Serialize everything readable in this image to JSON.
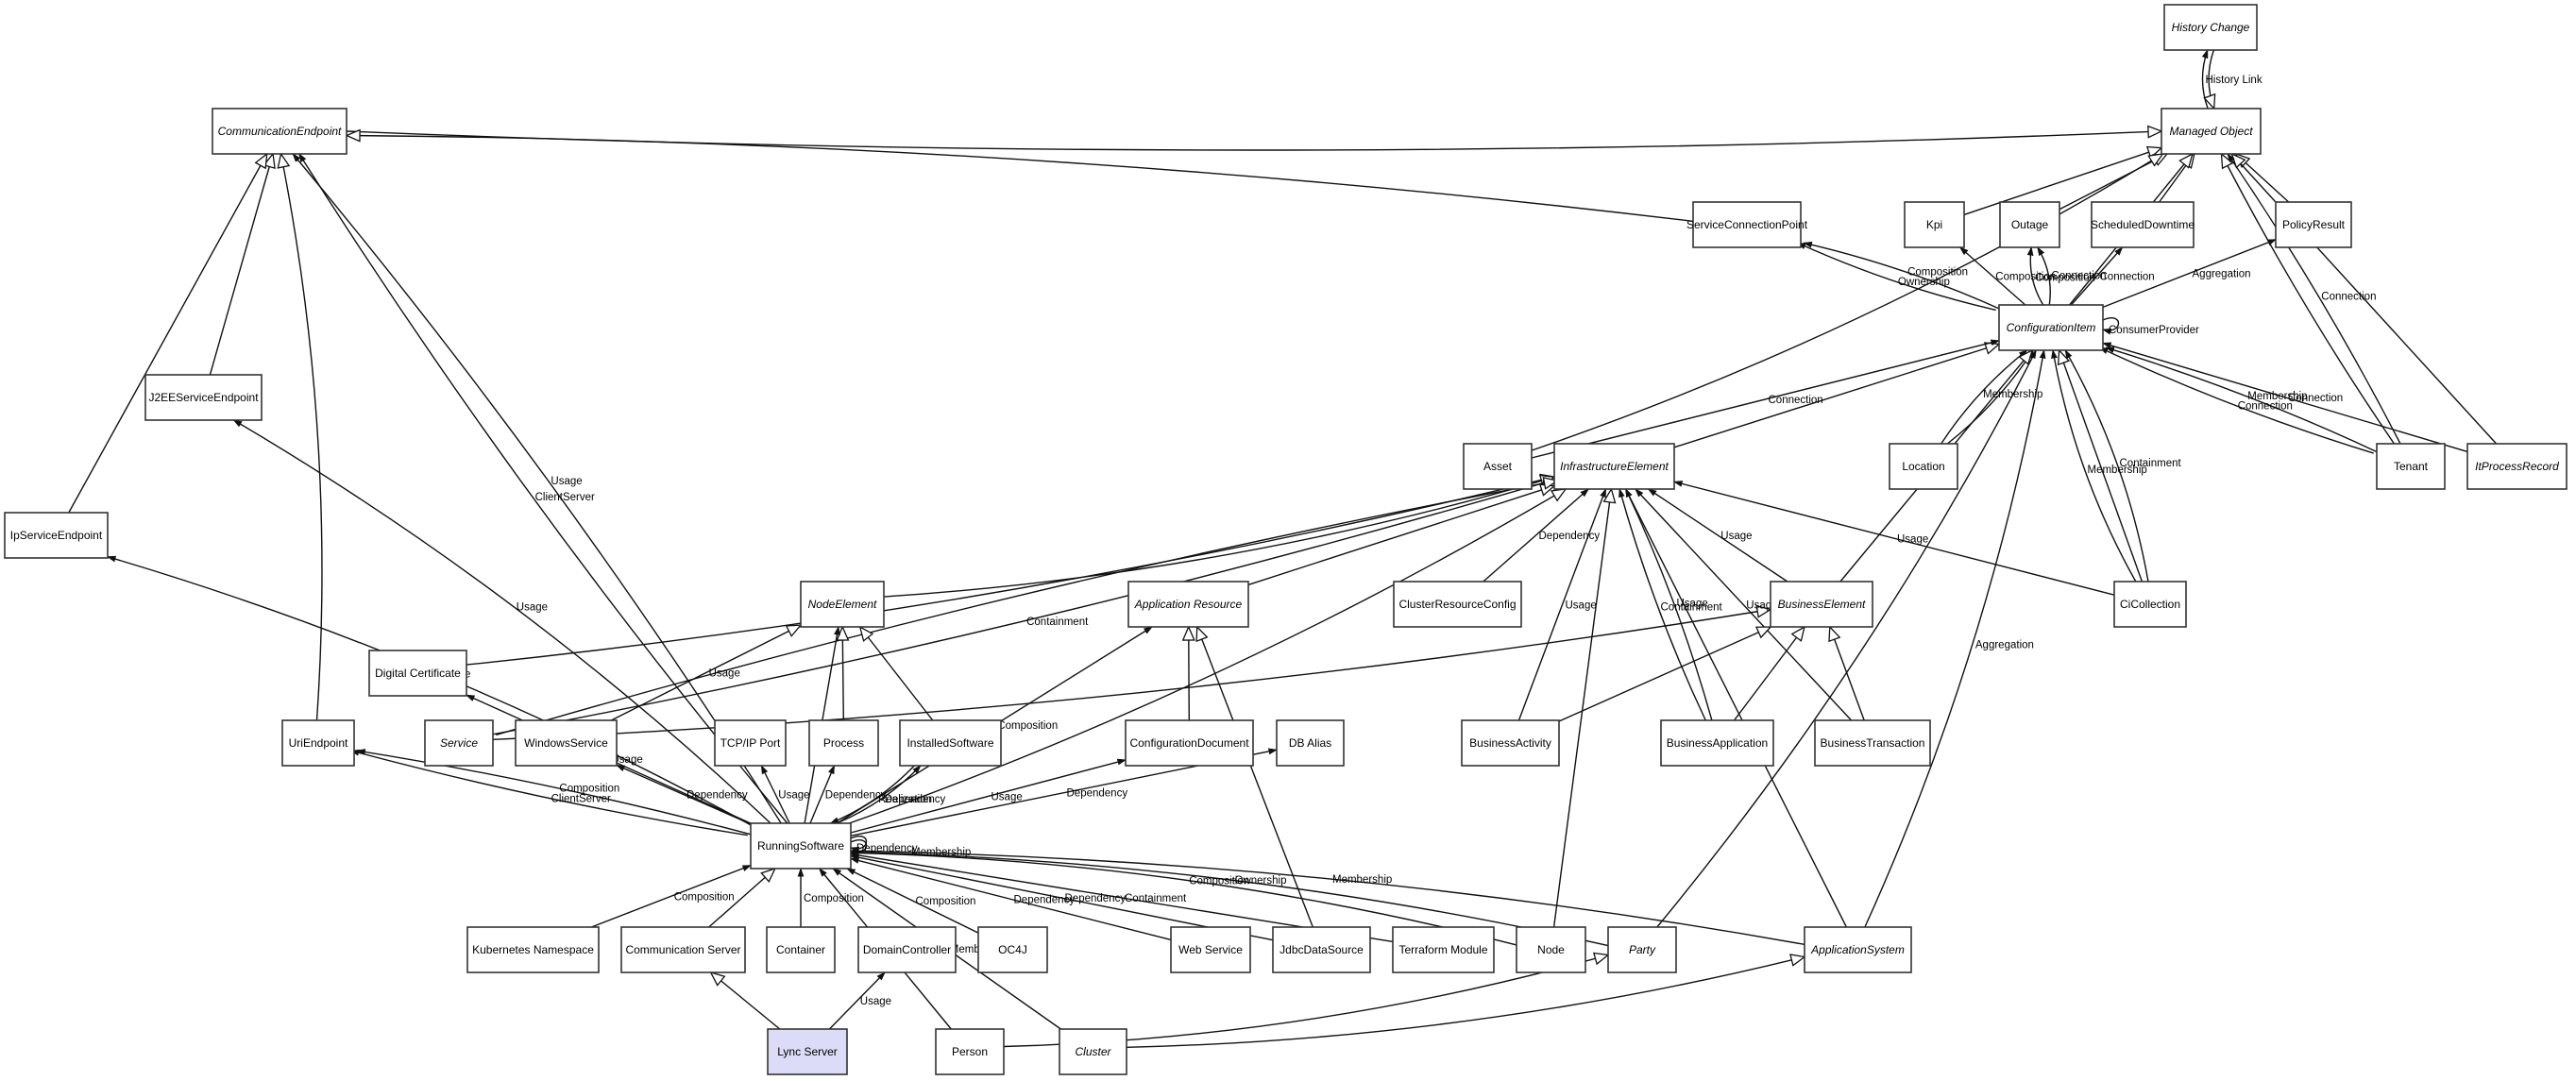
{
  "diagram": {
    "title": "",
    "nodes": [
      {
        "id": "HistoryChange",
        "label": "History Change",
        "abstract": true
      },
      {
        "id": "ManagedObject",
        "label": "Managed Object",
        "abstract": true
      },
      {
        "id": "CommunicationEndpoint",
        "label": "CommunicationEndpoint",
        "abstract": true
      },
      {
        "id": "ServiceConnectionPoint",
        "label": "ServiceConnectionPoint",
        "abstract": false
      },
      {
        "id": "Kpi",
        "label": "Kpi",
        "abstract": false
      },
      {
        "id": "Outage",
        "label": "Outage",
        "abstract": false
      },
      {
        "id": "ScheduledDowntime",
        "label": "ScheduledDowntime",
        "abstract": false
      },
      {
        "id": "PolicyResult",
        "label": "PolicyResult",
        "abstract": false
      },
      {
        "id": "ConfigurationItem",
        "label": "ConfigurationItem",
        "abstract": true
      },
      {
        "id": "J2EEServiceEndpoint",
        "label": "J2EEServiceEndpoint",
        "abstract": false
      },
      {
        "id": "Asset",
        "label": "Asset",
        "abstract": false
      },
      {
        "id": "InfrastructureElement",
        "label": "InfrastructureElement",
        "abstract": true
      },
      {
        "id": "Location",
        "label": "Location",
        "abstract": false
      },
      {
        "id": "Tenant",
        "label": "Tenant",
        "abstract": false
      },
      {
        "id": "ItProcessRecord",
        "label": "ItProcessRecord",
        "abstract": true
      },
      {
        "id": "IpServiceEndpoint",
        "label": "IpServiceEndpoint",
        "abstract": false
      },
      {
        "id": "NodeElement",
        "label": "NodeElement",
        "abstract": true
      },
      {
        "id": "ApplicationResource",
        "label": "Application Resource",
        "abstract": true
      },
      {
        "id": "ClusterResourceConfig",
        "label": "ClusterResourceConfig",
        "abstract": false
      },
      {
        "id": "BusinessElement",
        "label": "BusinessElement",
        "abstract": true
      },
      {
        "id": "CiCollection",
        "label": "CiCollection",
        "abstract": false
      },
      {
        "id": "DigitalCertificate",
        "label": "Digital Certificate",
        "abstract": false
      },
      {
        "id": "UriEndpoint",
        "label": "UriEndpoint",
        "abstract": false
      },
      {
        "id": "Service",
        "label": "Service",
        "abstract": true
      },
      {
        "id": "WindowsService",
        "label": "WindowsService",
        "abstract": false
      },
      {
        "id": "TCPIPPort",
        "label": "TCP/IP Port",
        "abstract": false
      },
      {
        "id": "Process",
        "label": "Process",
        "abstract": false
      },
      {
        "id": "InstalledSoftware",
        "label": "InstalledSoftware",
        "abstract": false
      },
      {
        "id": "ConfigurationDocument",
        "label": "ConfigurationDocument",
        "abstract": false
      },
      {
        "id": "DBAlias",
        "label": "DB Alias",
        "abstract": false
      },
      {
        "id": "BusinessActivity",
        "label": "BusinessActivity",
        "abstract": false
      },
      {
        "id": "BusinessApplication",
        "label": "BusinessApplication",
        "abstract": false
      },
      {
        "id": "BusinessTransaction",
        "label": "BusinessTransaction",
        "abstract": false
      },
      {
        "id": "RunningSoftware",
        "label": "RunningSoftware",
        "abstract": false
      },
      {
        "id": "KubernetesNamespace",
        "label": "Kubernetes Namespace",
        "abstract": false
      },
      {
        "id": "CommunicationServer",
        "label": "Communication Server",
        "abstract": false
      },
      {
        "id": "Container",
        "label": "Container",
        "abstract": false
      },
      {
        "id": "DomainController",
        "label": "DomainController",
        "abstract": false
      },
      {
        "id": "OC4J",
        "label": "OC4J",
        "abstract": false
      },
      {
        "id": "WebService",
        "label": "Web Service",
        "abstract": false
      },
      {
        "id": "JdbcDataSource",
        "label": "JdbcDataSource",
        "abstract": false
      },
      {
        "id": "TerraformModule",
        "label": "Terraform Module",
        "abstract": false
      },
      {
        "id": "Node",
        "label": "Node",
        "abstract": false
      },
      {
        "id": "Party",
        "label": "Party",
        "abstract": true
      },
      {
        "id": "ApplicationSystem",
        "label": "ApplicationSystem",
        "abstract": true
      },
      {
        "id": "LyncServer",
        "label": "Lync Server",
        "abstract": false,
        "highlight": true
      },
      {
        "id": "Person",
        "label": "Person",
        "abstract": false
      },
      {
        "id": "Cluster",
        "label": "Cluster",
        "abstract": true
      }
    ],
    "edges": [
      {
        "from": "ManagedObject",
        "to": "HistoryChange",
        "label": "History Link",
        "arrow": "filled"
      },
      {
        "from": "HistoryChange",
        "to": "ManagedObject",
        "label": "",
        "arrow": "hollow"
      },
      {
        "from": "CommunicationEndpoint",
        "to": "ManagedObject",
        "label": "",
        "arrow": "hollow"
      },
      {
        "from": "ServiceConnectionPoint",
        "to": "CommunicationEndpoint",
        "label": "",
        "arrow": "hollow"
      },
      {
        "from": "Kpi",
        "to": "ManagedObject",
        "label": "",
        "arrow": "hollow"
      },
      {
        "from": "Outage",
        "to": "ManagedObject",
        "label": "",
        "arrow": "hollow"
      },
      {
        "from": "ScheduledDowntime",
        "to": "ManagedObject",
        "label": "",
        "arrow": "hollow"
      },
      {
        "from": "PolicyResult",
        "to": "ManagedObject",
        "label": "",
        "arrow": "hollow"
      },
      {
        "from": "ConfigurationItem",
        "to": "ManagedObject",
        "label": "",
        "arrow": "hollow"
      },
      {
        "from": "Asset",
        "to": "ManagedObject",
        "label": "",
        "arrow": "hollow"
      },
      {
        "from": "Tenant",
        "to": "ManagedObject",
        "label": "",
        "arrow": "hollow"
      },
      {
        "from": "ItProcessRecord",
        "to": "ManagedObject",
        "label": "",
        "arrow": "hollow"
      },
      {
        "from": "Tenant",
        "to": "ManagedObject",
        "label": "Connection",
        "arrow": "filled"
      },
      {
        "from": "ConfigurationItem",
        "to": "ServiceConnectionPoint",
        "label": "Ownership",
        "arrow": "filled"
      },
      {
        "from": "ConfigurationItem",
        "to": "ServiceConnectionPoint",
        "label": "Composition",
        "arrow": "filled"
      },
      {
        "from": "ConfigurationItem",
        "to": "Kpi",
        "label": "Composition",
        "arrow": "filled"
      },
      {
        "from": "ConfigurationItem",
        "to": "Outage",
        "label": "Composition",
        "arrow": "filled"
      },
      {
        "from": "ConfigurationItem",
        "to": "Outage",
        "label": "Connection",
        "arrow": "filled"
      },
      {
        "from": "ConfigurationItem",
        "to": "ScheduledDowntime",
        "label": "Connection",
        "arrow": "filled"
      },
      {
        "from": "ConfigurationItem",
        "to": "PolicyResult",
        "label": "Aggregation",
        "arrow": "filled"
      },
      {
        "from": "ConfigurationItem",
        "to": "ConfigurationItem",
        "label": "ConsumerProvider",
        "arrow": "filled"
      },
      {
        "from": "InfrastructureElement",
        "to": "ConfigurationItem",
        "label": "",
        "arrow": "hollow"
      },
      {
        "from": "Asset",
        "to": "ConfigurationItem",
        "label": "Connection",
        "arrow": "filled"
      },
      {
        "from": "Location",
        "to": "ConfigurationItem",
        "label": "Membership",
        "arrow": "filled"
      },
      {
        "from": "Location",
        "to": "ConfigurationItem",
        "label": "",
        "arrow": "filled"
      },
      {
        "from": "Tenant",
        "to": "ConfigurationItem",
        "label": "Connection",
        "arrow": "filled"
      },
      {
        "from": "ItProcessRecord",
        "to": "ConfigurationItem",
        "label": "Connection",
        "arrow": "filled"
      },
      {
        "from": "Tenant",
        "to": "ConfigurationItem",
        "label": "Membership",
        "arrow": "filled"
      },
      {
        "from": "BusinessElement",
        "to": "ConfigurationItem",
        "label": "",
        "arrow": "hollow"
      },
      {
        "from": "CiCollection",
        "to": "ConfigurationItem",
        "label": "Membership",
        "arrow": "filled"
      },
      {
        "from": "CiCollection",
        "to": "ConfigurationItem",
        "label": "",
        "arrow": "hollow"
      },
      {
        "from": "CiCollection",
        "to": "ConfigurationItem",
        "label": "Containment",
        "arrow": "filled"
      },
      {
        "from": "ApplicationSystem",
        "to": "ConfigurationItem",
        "label": "Aggregation",
        "arrow": "filled"
      },
      {
        "from": "Party",
        "to": "ConfigurationItem",
        "label": "",
        "arrow": "filled"
      },
      {
        "from": "J2EEServiceEndpoint",
        "to": "CommunicationEndpoint",
        "label": "",
        "arrow": "hollow"
      },
      {
        "from": "IpServiceEndpoint",
        "to": "CommunicationEndpoint",
        "label": "",
        "arrow": "hollow"
      },
      {
        "from": "UriEndpoint",
        "to": "CommunicationEndpoint",
        "label": "",
        "arrow": "hollow"
      },
      {
        "from": "RunningSoftware",
        "to": "CommunicationEndpoint",
        "label": "Usage",
        "arrow": "filled"
      },
      {
        "from": "RunningSoftware",
        "to": "CommunicationEndpoint",
        "label": "ClientServer",
        "arrow": "filled"
      },
      {
        "from": "DigitalCertificate",
        "to": "InfrastructureElement",
        "label": "",
        "arrow": "hollow"
      },
      {
        "from": "RunningSoftware",
        "to": "J2EEServiceEndpoint",
        "label": "Usage",
        "arrow": "filled"
      },
      {
        "from": "RunningSoftware",
        "to": "IpServiceEndpoint",
        "label": "Usage",
        "arrow": "filled"
      },
      {
        "from": "NodeElement",
        "to": "InfrastructureElement",
        "label": "",
        "arrow": "hollow"
      },
      {
        "from": "ApplicationResource",
        "to": "InfrastructureElement",
        "label": "",
        "arrow": "hollow"
      },
      {
        "from": "ClusterResourceConfig",
        "to": "InfrastructureElement",
        "label": "Dependency",
        "arrow": "filled"
      },
      {
        "from": "Service",
        "to": "InfrastructureElement",
        "label": "Containment",
        "arrow": "filled"
      },
      {
        "from": "Service",
        "to": "InfrastructureElement",
        "label": "",
        "arrow": "hollow"
      },
      {
        "from": "BusinessActivity",
        "to": "InfrastructureElement",
        "label": "Usage",
        "arrow": "filled"
      },
      {
        "from": "BusinessApplication",
        "to": "InfrastructureElement",
        "label": "Containment",
        "arrow": "filled"
      },
      {
        "from": "BusinessApplication",
        "to": "InfrastructureElement",
        "label": "Usage",
        "arrow": "filled"
      },
      {
        "from": "BusinessElement",
        "to": "InfrastructureElement",
        "label": "Usage",
        "arrow": "filled"
      },
      {
        "from": "BusinessTransaction",
        "to": "InfrastructureElement",
        "label": "Usage",
        "arrow": "filled"
      },
      {
        "from": "CiCollection",
        "to": "InfrastructureElement",
        "label": "Usage",
        "arrow": "filled"
      },
      {
        "from": "RunningSoftware",
        "to": "InfrastructureElement",
        "label": "",
        "arrow": "hollow"
      },
      {
        "from": "Node",
        "to": "InfrastructureElement",
        "label": "",
        "arrow": "hollow"
      },
      {
        "from": "ApplicationSystem",
        "to": "InfrastructureElement",
        "label": "",
        "arrow": "filled"
      },
      {
        "from": "WindowsService",
        "to": "NodeElement",
        "label": "Usage",
        "arrow": "hollow"
      },
      {
        "from": "Process",
        "to": "NodeElement",
        "label": "",
        "arrow": "hollow"
      },
      {
        "from": "InstalledSoftware",
        "to": "NodeElement",
        "label": "",
        "arrow": "hollow"
      },
      {
        "from": "RunningSoftware",
        "to": "NodeElement",
        "label": "Usage",
        "arrow": "filled"
      },
      {
        "from": "ConfigurationDocument",
        "to": "ApplicationResource",
        "label": "",
        "arrow": "hollow"
      },
      {
        "from": "JdbcDataSource",
        "to": "ApplicationResource",
        "label": "",
        "arrow": "hollow"
      },
      {
        "from": "RunningSoftware",
        "to": "ApplicationResource",
        "label": "Composition",
        "arrow": "filled"
      },
      {
        "from": "BusinessActivity",
        "to": "BusinessElement",
        "label": "",
        "arrow": "hollow"
      },
      {
        "from": "BusinessApplication",
        "to": "BusinessElement",
        "label": "",
        "arrow": "hollow"
      },
      {
        "from": "BusinessTransaction",
        "to": "BusinessElement",
        "label": "",
        "arrow": "hollow"
      },
      {
        "from": "Service",
        "to": "BusinessElement",
        "label": "",
        "arrow": "hollow"
      },
      {
        "from": "RunningSoftware",
        "to": "UriEndpoint",
        "label": "ClientServer",
        "arrow": "filled"
      },
      {
        "from": "RunningSoftware",
        "to": "UriEndpoint",
        "label": "Composition",
        "arrow": "filled"
      },
      {
        "from": "RunningSoftware",
        "to": "DigitalCertificate",
        "label": "Usage",
        "arrow": "filled"
      },
      {
        "from": "RunningSoftware",
        "to": "WindowsService",
        "label": "Dependency",
        "arrow": "filled"
      },
      {
        "from": "RunningSoftware",
        "to": "TCPIPPort",
        "label": "Usage",
        "arrow": "filled"
      },
      {
        "from": "RunningSoftware",
        "to": "Process",
        "label": "Dependency",
        "arrow": "filled"
      },
      {
        "from": "InstalledSoftware",
        "to": "RunningSoftware",
        "label": "Realization",
        "arrow": "filled"
      },
      {
        "from": "RunningSoftware",
        "to": "InstalledSoftware",
        "label": "Dependency",
        "arrow": "filled"
      },
      {
        "from": "RunningSoftware",
        "to": "ConfigurationDocument",
        "label": "Usage",
        "arrow": "filled"
      },
      {
        "from": "RunningSoftware",
        "to": "DBAlias",
        "label": "Dependency",
        "arrow": "filled"
      },
      {
        "from": "RunningSoftware",
        "to": "RunningSoftware",
        "label": "Dependency",
        "arrow": "filled"
      },
      {
        "from": "RunningSoftware",
        "to": "RunningSoftware",
        "label": "Membership",
        "arrow": "filled"
      },
      {
        "from": "KubernetesNamespace",
        "to": "RunningSoftware",
        "label": "Composition",
        "arrow": "filled"
      },
      {
        "from": "CommunicationServer",
        "to": "RunningSoftware",
        "label": "",
        "arrow": "hollow"
      },
      {
        "from": "Container",
        "to": "RunningSoftware",
        "label": "Composition",
        "arrow": "filled"
      },
      {
        "from": "OC4J",
        "to": "RunningSoftware",
        "label": "Composition",
        "arrow": "filled"
      },
      {
        "from": "Cluster",
        "to": "RunningSoftware",
        "label": "Membership",
        "arrow": "filled"
      },
      {
        "from": "WebService",
        "to": "RunningSoftware",
        "label": "Dependency",
        "arrow": "filled"
      },
      {
        "from": "JdbcDataSource",
        "to": "RunningSoftware",
        "label": "Dependency",
        "arrow": "filled"
      },
      {
        "from": "TerraformModule",
        "to": "RunningSoftware",
        "label": "Containment",
        "arrow": "filled"
      },
      {
        "from": "Node",
        "to": "RunningSoftware",
        "label": "Composition",
        "arrow": "filled"
      },
      {
        "from": "Party",
        "to": "RunningSoftware",
        "label": "Ownership",
        "arrow": "filled"
      },
      {
        "from": "ApplicationSystem",
        "to": "RunningSoftware",
        "label": "Membership",
        "arrow": "filled"
      },
      {
        "from": "Person",
        "to": "RunningSoftware",
        "label": "Ownership",
        "arrow": "filled"
      },
      {
        "from": "LyncServer",
        "to": "CommunicationServer",
        "label": "",
        "arrow": "hollow"
      },
      {
        "from": "LyncServer",
        "to": "DomainController",
        "label": "Usage",
        "arrow": "filled"
      },
      {
        "from": "Person",
        "to": "Party",
        "label": "",
        "arrow": "hollow"
      },
      {
        "from": "Cluster",
        "to": "ApplicationSystem",
        "label": "",
        "arrow": "hollow"
      }
    ]
  }
}
